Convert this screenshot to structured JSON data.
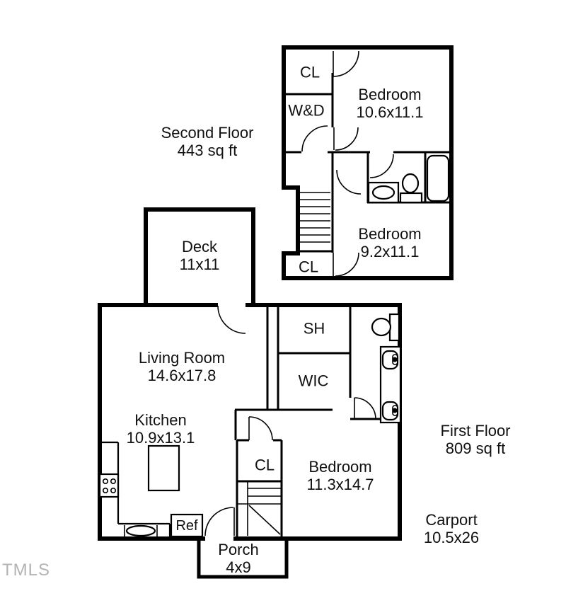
{
  "watermark": "TMLS",
  "colors": {
    "wall": "#000000",
    "background": "#ffffff",
    "text": "#111111",
    "watermark": "#b3b3b3"
  },
  "second_floor": {
    "title": "Second Floor",
    "area": "443 sq ft",
    "rooms": {
      "cl_upper": {
        "label": "CL"
      },
      "wd": {
        "label": "W&D"
      },
      "bedroom_front": {
        "label": "Bedroom",
        "dims": "10.6x11.1"
      },
      "bedroom_back": {
        "label": "Bedroom",
        "dims": "9.2x11.1"
      },
      "cl_lower": {
        "label": "CL"
      }
    }
  },
  "first_floor": {
    "title": "First Floor",
    "area": "809 sq ft",
    "rooms": {
      "deck": {
        "label": "Deck",
        "dims": "11x11"
      },
      "living_room": {
        "label": "Living Room",
        "dims": "14.6x17.8"
      },
      "kitchen": {
        "label": "Kitchen",
        "dims": "10.9x13.1"
      },
      "shower": {
        "label": "SH"
      },
      "wic": {
        "label": "WIC"
      },
      "closet": {
        "label": "CL"
      },
      "bedroom": {
        "label": "Bedroom",
        "dims": "11.3x14.7"
      },
      "porch": {
        "label": "Porch",
        "dims": "4x9"
      },
      "carport": {
        "label": "Carport",
        "dims": "10.5x26"
      },
      "refrigerator": {
        "label": "Ref"
      }
    }
  }
}
